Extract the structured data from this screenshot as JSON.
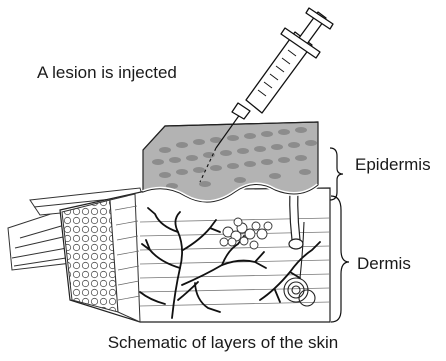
{
  "labels": {
    "injection": "A lesion is injected",
    "epidermis": "Epidermis",
    "dermis": "Dermis",
    "caption": "Schematic of layers of the skin"
  },
  "style": {
    "ink": "#1a1a1a",
    "epidermis_fill": "#b3b3b3",
    "cell_fill": "#888888"
  }
}
